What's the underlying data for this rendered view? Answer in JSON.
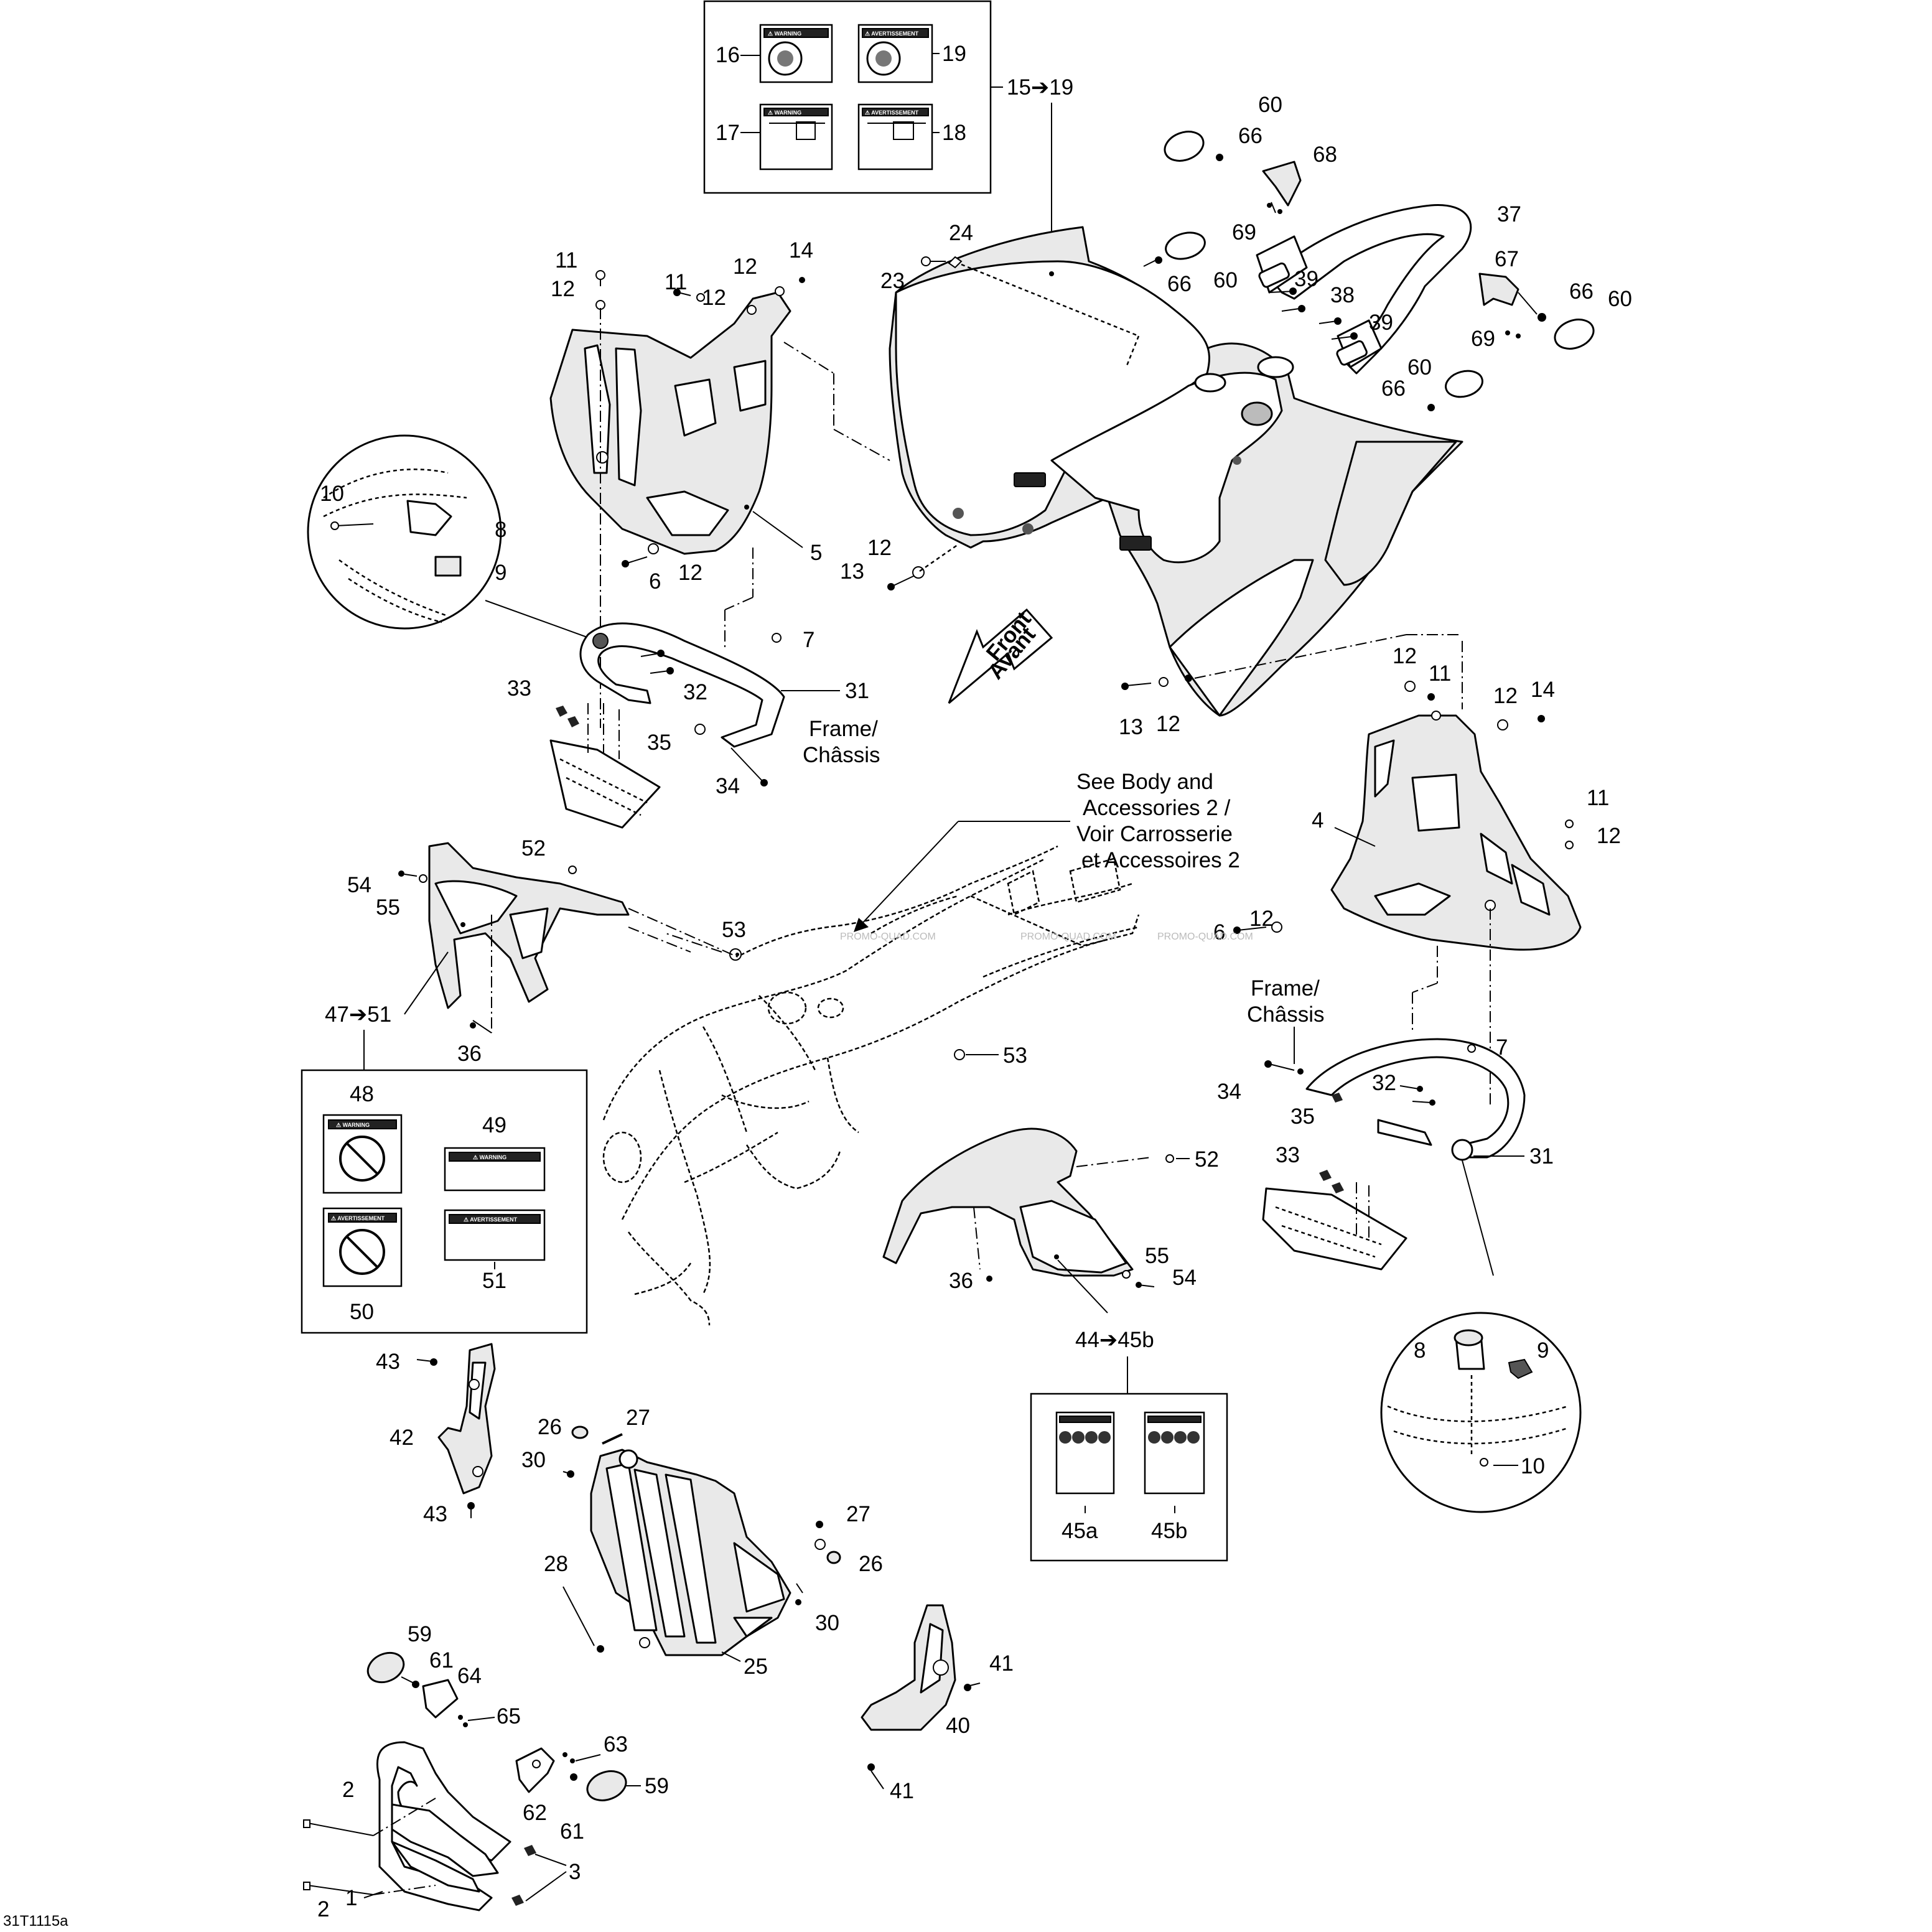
{
  "diagram_ref": "31T1115a",
  "labels": {
    "l15_19": "15➔19",
    "l16": "16",
    "l17": "17",
    "l18": "18",
    "l19": "19",
    "l60a": "60",
    "l66a": "66",
    "l68": "68",
    "l69a": "69",
    "l37": "37",
    "l24": "24",
    "l23": "23",
    "l66b": "66",
    "l60b": "60",
    "l39a": "39",
    "l38": "38",
    "l39b": "39",
    "l67": "67",
    "l66c": "66",
    "l60c": "60",
    "l69b": "69",
    "l60d": "60",
    "l66d": "66",
    "l11a": "11",
    "l12a": "12",
    "l11b": "11",
    "l12b": "12",
    "l12c": "12",
    "l14a": "14",
    "l10a": "10",
    "l8a": "8",
    "l9a": "9",
    "l5": "5",
    "l6a": "6",
    "l12d": "12",
    "l12e": "12",
    "l13a": "13",
    "l7a": "7",
    "l31a": "31",
    "l32a": "32",
    "l33a": "33",
    "l35a": "35",
    "l34a": "34",
    "l12f": "12",
    "l11c": "11",
    "l13b": "13",
    "l12g": "12",
    "l12h": "12",
    "l14b": "14",
    "l4": "4",
    "l11d": "11",
    "l12i": "12",
    "l6b": "6",
    "l12j": "12",
    "l7b": "7",
    "l34b": "34",
    "l32b": "32",
    "l35b": "35",
    "l33b": "33",
    "l31b": "31",
    "l8b": "8",
    "l9b": "9",
    "l10b": "10",
    "l52a": "52",
    "l54a": "54",
    "l55a": "55",
    "l53a": "53",
    "l47_51": "47➔51",
    "l36a": "36",
    "l48": "48",
    "l49": "49",
    "l50": "50",
    "l51": "51",
    "l53b": "53",
    "l52b": "52",
    "l36b": "36",
    "l55b": "55",
    "l54b": "54",
    "l44_45b": "44➔45b",
    "l45a": "45a",
    "l45b": "45b",
    "l43a": "43",
    "l42": "42",
    "l43b": "43",
    "l26a": "26",
    "l27a": "27",
    "l30a": "30",
    "l27b": "27",
    "l26b": "26",
    "l28": "28",
    "l30b": "30",
    "l25": "25",
    "l41a": "41",
    "l40": "40",
    "l41b": "41",
    "l59a": "59",
    "l61a": "61",
    "l64": "64",
    "l65": "65",
    "l2a": "2",
    "l2b": "2",
    "l63": "63",
    "l62": "62",
    "l61b": "61",
    "l59b": "59",
    "l1": "1",
    "l3": "3"
  },
  "notes": {
    "frame_left_1": "Frame/",
    "frame_left_2": "Châssis",
    "frame_right_1": "Frame/",
    "frame_right_2": "Châssis",
    "see_body_1": "See Body and",
    "see_body_2": "Accessories 2 /",
    "see_body_3": "Voir Carrosserie",
    "see_body_4": "et Accessoires 2",
    "front_1": "Front",
    "front_2": "Avant"
  },
  "decals": {
    "warning": "⚠ WARNING",
    "avertissement": "⚠ AVERTISSEMENT"
  },
  "watermark": "PROMO-QUAD.COM"
}
